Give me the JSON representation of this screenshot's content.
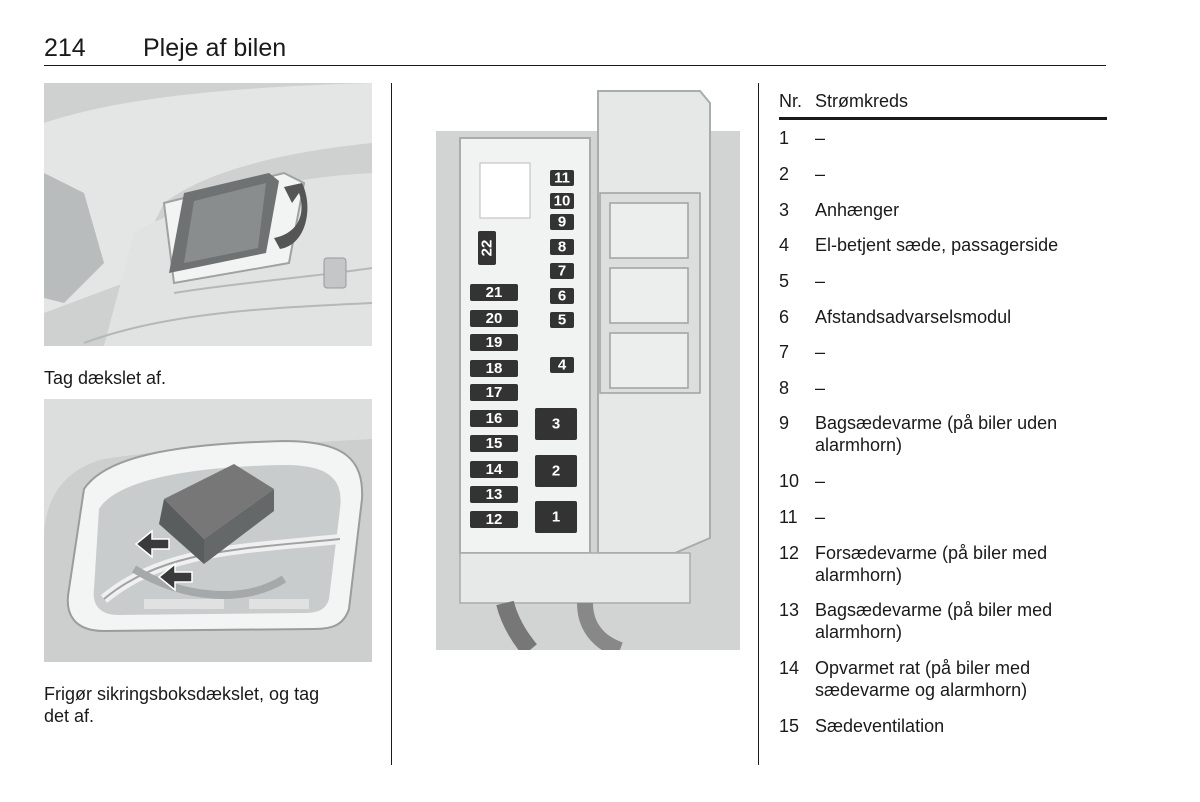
{
  "header": {
    "page_number": "214",
    "title": "Pleje af bilen"
  },
  "captions": {
    "step1": "Tag dækslet af.",
    "step2_line1": "Frigør sikringsboksdækslet, og tag",
    "step2_line2": "det af."
  },
  "fuse_labels": [
    "1",
    "2",
    "3",
    "4",
    "5",
    "6",
    "7",
    "8",
    "9",
    "10",
    "11",
    "12",
    "13",
    "14",
    "15",
    "16",
    "17",
    "18",
    "19",
    "20",
    "21",
    "22"
  ],
  "table": {
    "col_nr": "Nr.",
    "col_circuit": "Strømkreds",
    "rows": [
      {
        "nr": "1",
        "text": "–"
      },
      {
        "nr": "2",
        "text": "–"
      },
      {
        "nr": "3",
        "text": "Anhænger"
      },
      {
        "nr": "4",
        "text": "El-betjent sæde, passagerside"
      },
      {
        "nr": "5",
        "text": "–"
      },
      {
        "nr": "6",
        "text": "Afstandsadvarselsmodul"
      },
      {
        "nr": "7",
        "text": "–"
      },
      {
        "nr": "8",
        "text": "–"
      },
      {
        "nr": "9",
        "text": "Bagsædevarme (på biler uden",
        "text2": "alarmhorn)"
      },
      {
        "nr": "10",
        "text": "–"
      },
      {
        "nr": "11",
        "text": "–"
      },
      {
        "nr": "12",
        "text": "Forsædevarme (på biler med",
        "text2": "alarmhorn)"
      },
      {
        "nr": "13",
        "text": "Bagsædevarme (på biler med",
        "text2": "alarmhorn)"
      },
      {
        "nr": "14",
        "text": "Opvarmet rat (på biler med",
        "text2": "sædevarme og alarmhorn)"
      },
      {
        "nr": "15",
        "text": "Sædeventilation"
      }
    ]
  }
}
